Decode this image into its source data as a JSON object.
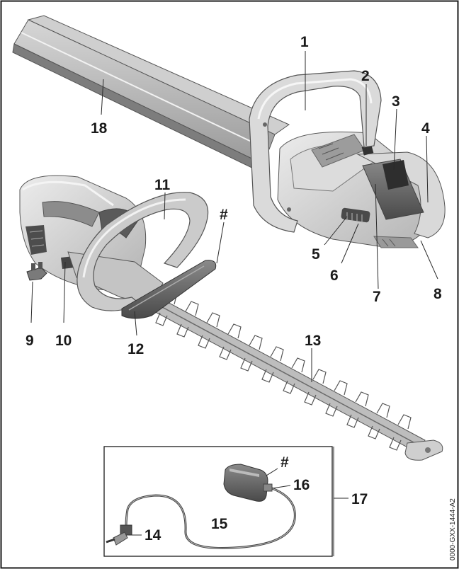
{
  "figure": {
    "doc_id": "0000-GXX-1444-A2",
    "callouts": {
      "c1": "1",
      "c2": "2",
      "c3": "3",
      "c4": "4",
      "c5": "5",
      "c6": "6",
      "c7": "7",
      "c8": "8",
      "c9": "9",
      "c10": "10",
      "c11": "11",
      "c12": "12",
      "c13": "13",
      "c14": "14",
      "c15": "15",
      "c16": "16",
      "c17": "17",
      "c18": "18",
      "hash_top": "#",
      "hash_charger": "#"
    }
  }
}
